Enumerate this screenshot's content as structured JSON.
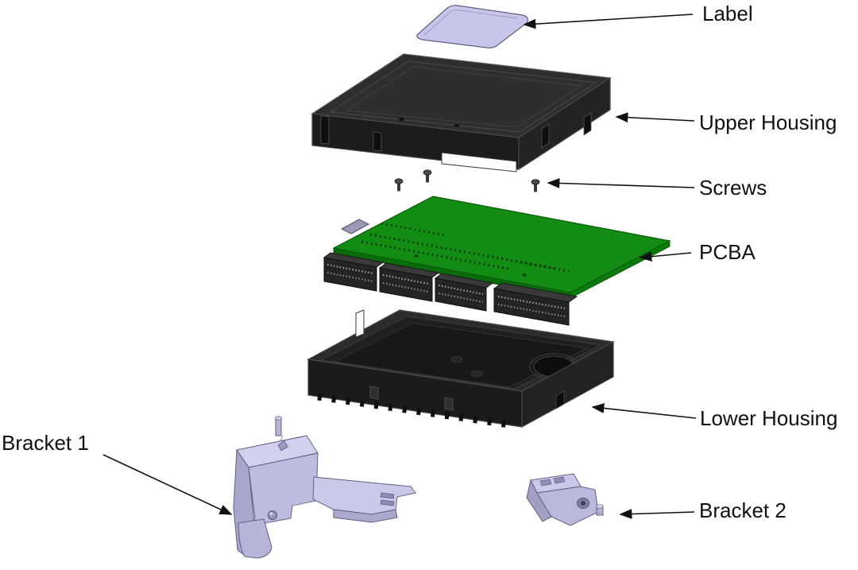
{
  "figure": {
    "kind": "exploded-assembly-diagram",
    "background_color": "#ffffff",
    "leader_line_color": "#111111"
  },
  "parts": {
    "label": {
      "name": "Label",
      "color": "#c6c7e8"
    },
    "upper_housing": {
      "name": "Upper Housing",
      "color": "#262626"
    },
    "screws": {
      "name": "Screws",
      "color": "#3a3a3a",
      "count": 3
    },
    "pcba": {
      "name": "PCBA",
      "color": "#128c12"
    },
    "lower_housing": {
      "name": "Lower Housing",
      "color": "#262626"
    },
    "bracket_1": {
      "name": "Bracket 1",
      "color": "#c6c7e8"
    },
    "bracket_2": {
      "name": "Bracket 2",
      "color": "#c6c7e8"
    }
  }
}
